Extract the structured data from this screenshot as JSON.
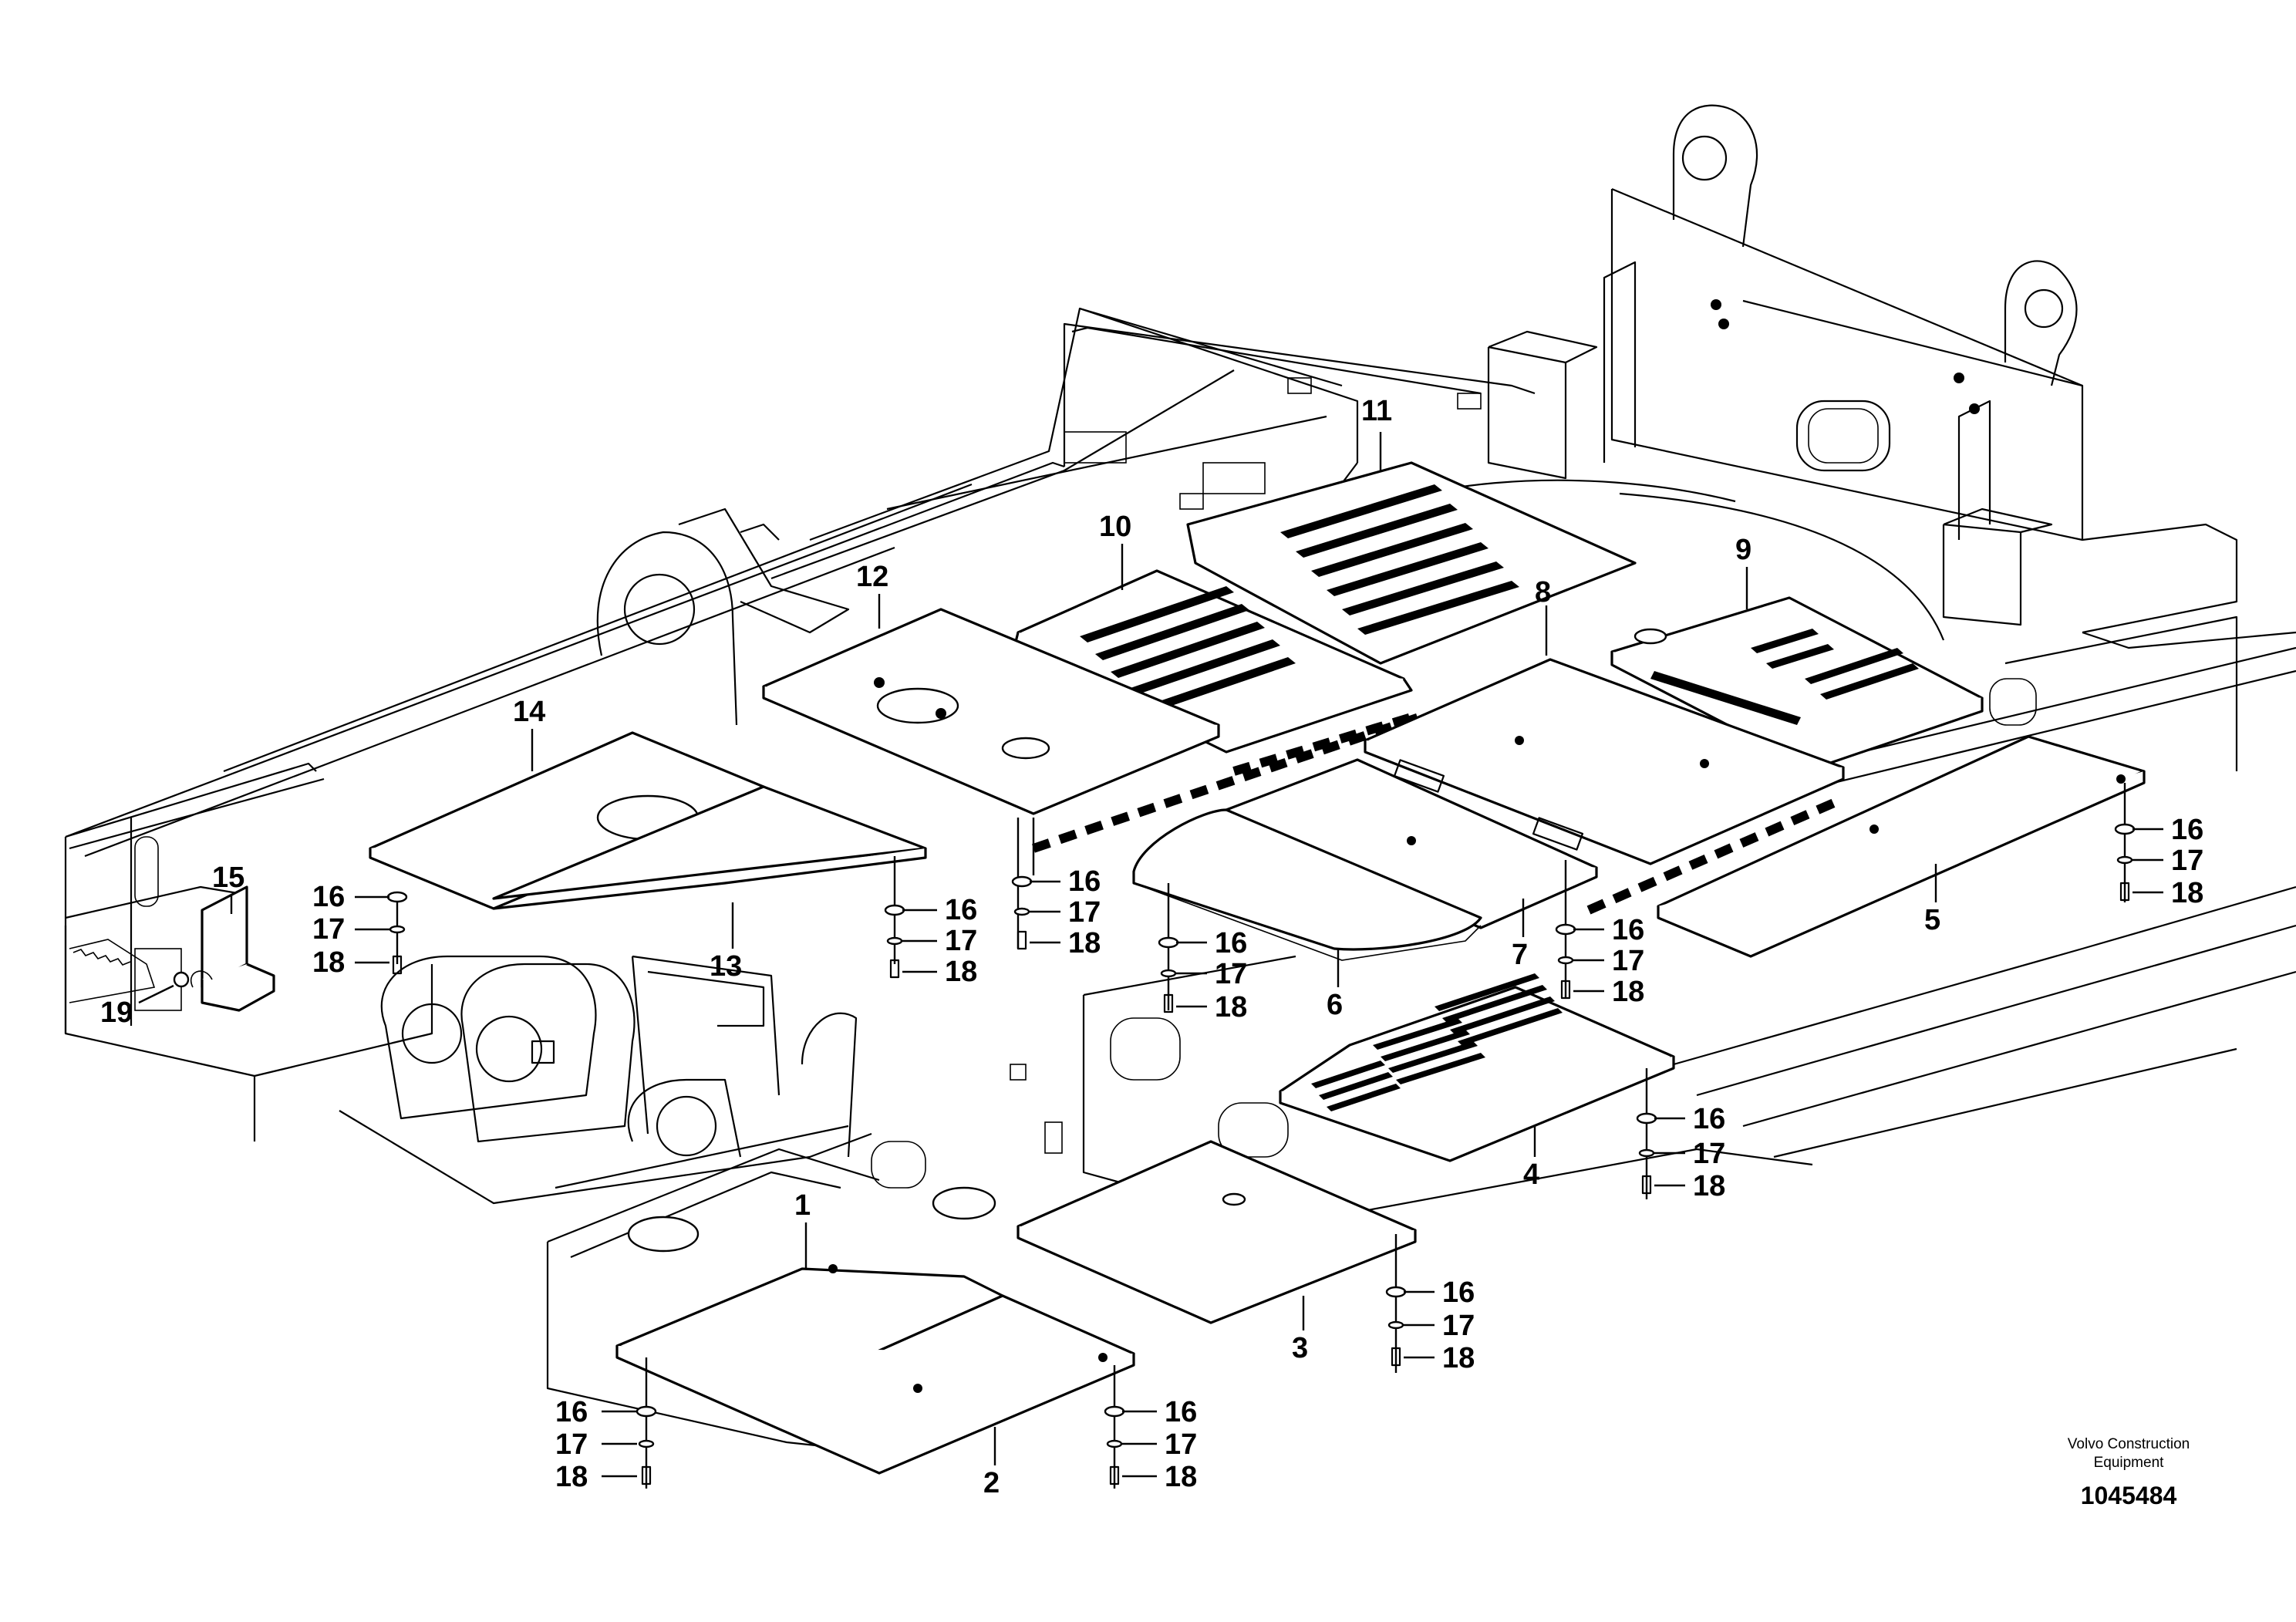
{
  "diagram": {
    "brand_line1": "Volvo Construction",
    "brand_line2": "Equipment",
    "document_number": "1045484",
    "callouts": [
      "1",
      "2",
      "3",
      "4",
      "5",
      "6",
      "7",
      "8",
      "9",
      "10",
      "11",
      "12",
      "13",
      "14",
      "15",
      "16",
      "17",
      "18",
      "19"
    ],
    "fastener_labels": {
      "washer": "16",
      "lock_washer": "17",
      "screw": "18"
    }
  }
}
